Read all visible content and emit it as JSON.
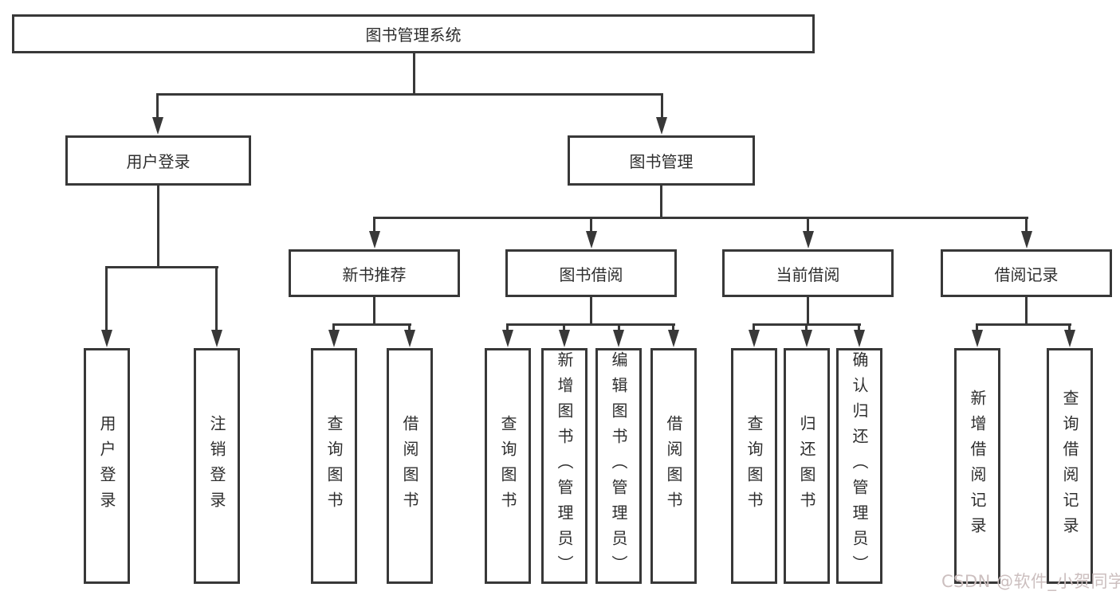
{
  "nodes": {
    "root": "图书管理系统",
    "user_login": "用户登录",
    "book_management": "图书管理",
    "new_book_recommend": "新书推荐",
    "book_borrow": "图书借阅",
    "current_borrow": "当前借阅",
    "borrow_records": "借阅记录",
    "user_login_leaf": "用户登录",
    "logout_leaf": "注销登录",
    "recommend_query_books": "查询图书",
    "recommend_borrow_books": "借阅图书",
    "borrow_query_books": "查询图书",
    "borrow_add_books_admin": "新增图书（管理员）",
    "borrow_edit_books_admin": "编辑图书（管理员）",
    "borrow_borrow_books": "借阅图书",
    "current_query_books": "查询图书",
    "current_return_books": "归还图书",
    "current_confirm_return_admin": "确认归还（管理员）",
    "records_add_record": "新增借阅记录",
    "records_query_record": "查询借阅记录"
  },
  "watermark": {
    "text": "CSDN @软件_小贺同学"
  },
  "colors": {
    "line": "#383838",
    "text": "#2e2e2e",
    "background": "#ffffff",
    "watermark": "#ccbfbf"
  }
}
